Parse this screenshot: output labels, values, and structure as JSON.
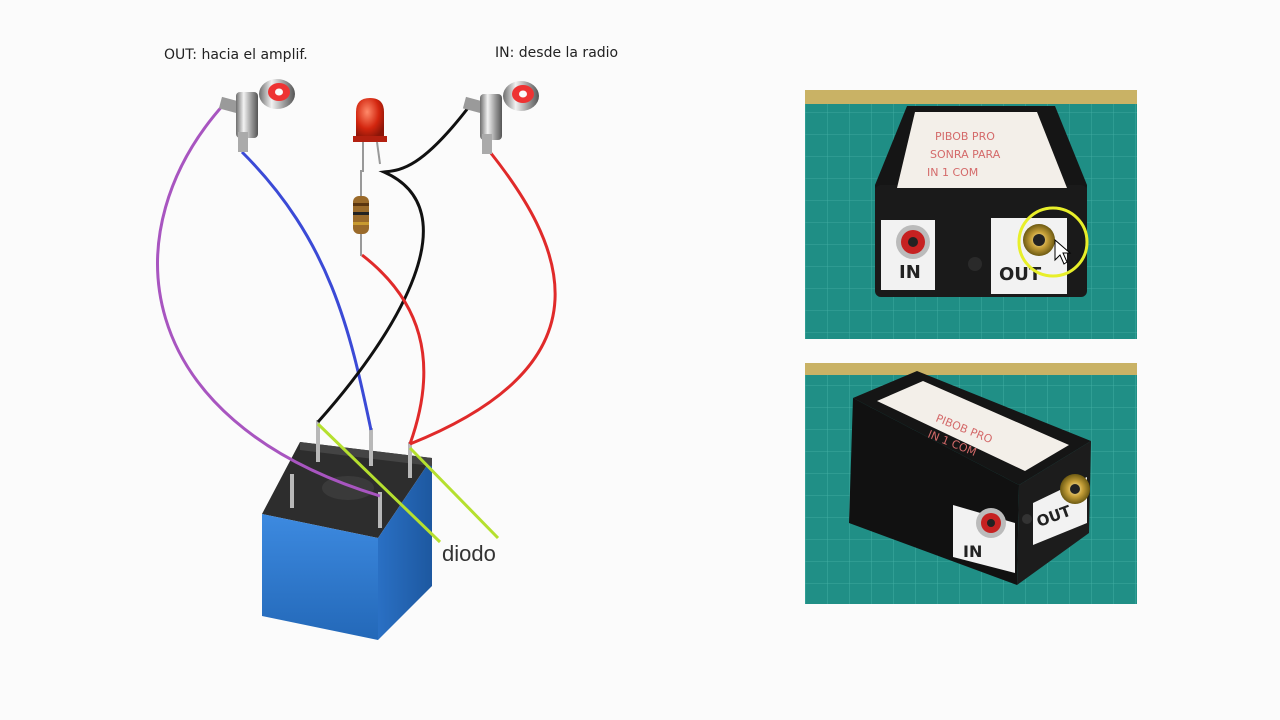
{
  "diagram": {
    "labels": {
      "out_jack": "OUT: hacia el amplif.",
      "in_jack": "IN: desde la radio",
      "diode": "diodo"
    },
    "wire_colors": {
      "purple": "#a855c0",
      "blue": "#3b4ad6",
      "red": "#e02a2a",
      "black": "#111111",
      "diode_pointer": "#b5e02f"
    },
    "relay_color": "#2f78c8"
  },
  "photos": {
    "top": {
      "label_in": "IN",
      "label_out": "OUT",
      "highlight_color": "#e8ef2a"
    },
    "bottom": {
      "label_in": "IN",
      "label_out": "OUT"
    },
    "mat_color": "#1e8c84",
    "box_color": "#141414"
  }
}
